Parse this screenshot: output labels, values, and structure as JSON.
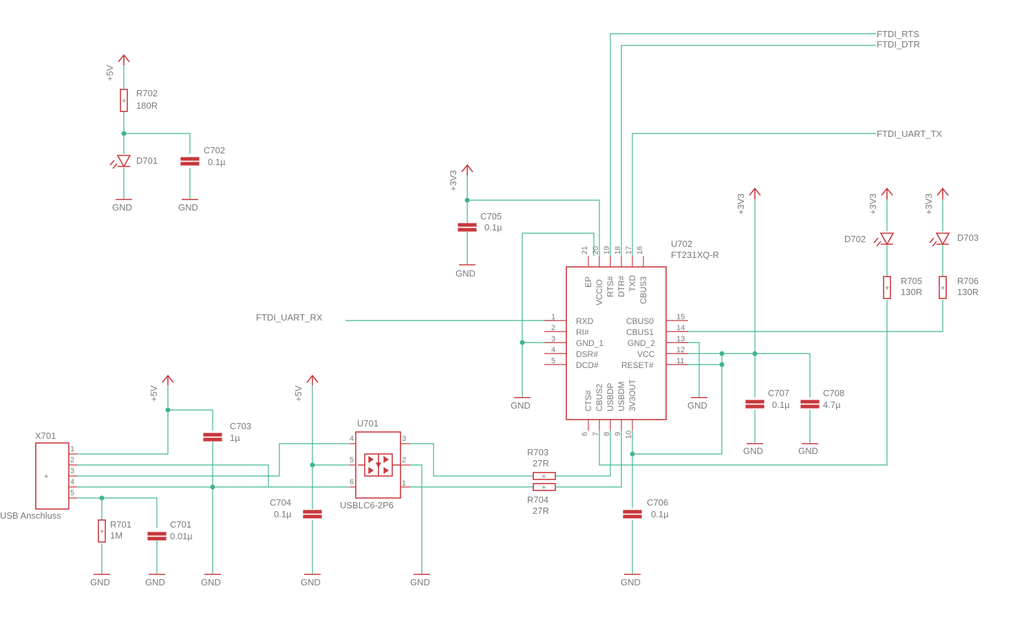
{
  "net_labels": {
    "ftdi_rts": "FTDI_RTS",
    "ftdi_dtr": "FTDI_DTR",
    "ftdi_uart_tx": "FTDI_UART_TX",
    "ftdi_uart_rx": "FTDI_UART_RX"
  },
  "supplies": {
    "p5v": "+5V",
    "p3v3": "+3V3",
    "gnd": "GND"
  },
  "components": {
    "r702": {
      "name": "R702",
      "value": "180R"
    },
    "d701": {
      "name": "D701"
    },
    "c702": {
      "name": "C702",
      "value": "0.1µ"
    },
    "c705": {
      "name": "C705",
      "value": "0.1µ"
    },
    "u702": {
      "name": "U702",
      "value": "FT231XQ-R",
      "top_pins": [
        "EP",
        "VCCIO",
        "RTS#",
        "DTR#",
        "TXD",
        "CBUS3"
      ],
      "top_nums": [
        "21",
        "20",
        "19",
        "18",
        "17",
        "16"
      ],
      "left_pins": [
        "RXD",
        "RI#",
        "GND_1",
        "DSR#",
        "DCD#"
      ],
      "left_nums": [
        "1",
        "2",
        "3",
        "4",
        "5"
      ],
      "right_pins": [
        "CBUS0",
        "CBUS1",
        "GND_2",
        "VCC",
        "RESET#"
      ],
      "right_nums": [
        "15",
        "14",
        "13",
        "12",
        "11"
      ],
      "bottom_pins": [
        "CTS#",
        "CBUS2",
        "USBDP",
        "USBDM",
        "3V3OUT"
      ],
      "bottom_nums": [
        "6",
        "7",
        "8",
        "9",
        "10"
      ]
    },
    "d702": {
      "name": "D702"
    },
    "d703": {
      "name": "D703"
    },
    "r705": {
      "name": "R705",
      "value": "130R"
    },
    "r706": {
      "name": "R706",
      "value": "130R"
    },
    "c707": {
      "name": "C707",
      "value": "0.1µ"
    },
    "c708": {
      "name": "C708",
      "value": "4.7µ"
    },
    "x701": {
      "name": "X701",
      "value": "USB Anschluss",
      "pins": [
        "1",
        "2",
        "3",
        "4",
        "5"
      ]
    },
    "c703": {
      "name": "C703",
      "value": "1µ"
    },
    "r701": {
      "name": "R701",
      "value": "1M"
    },
    "c701": {
      "name": "C701",
      "value": "0.01µ"
    },
    "c704": {
      "name": "C704",
      "value": "0.1µ"
    },
    "u701": {
      "name": "U701",
      "value": "USBLC6-2P6",
      "left_nums": [
        "4",
        "5",
        "6"
      ],
      "right_nums": [
        "3",
        "2",
        "1"
      ]
    },
    "r703": {
      "name": "R703",
      "value": "27R"
    },
    "r704": {
      "name": "R704",
      "value": "27R"
    },
    "c706": {
      "name": "C706",
      "value": "0.1µ"
    }
  },
  "colors": {
    "symbol": "#c8373c",
    "wire": "#3eb490",
    "text": "#7a7a7a"
  }
}
